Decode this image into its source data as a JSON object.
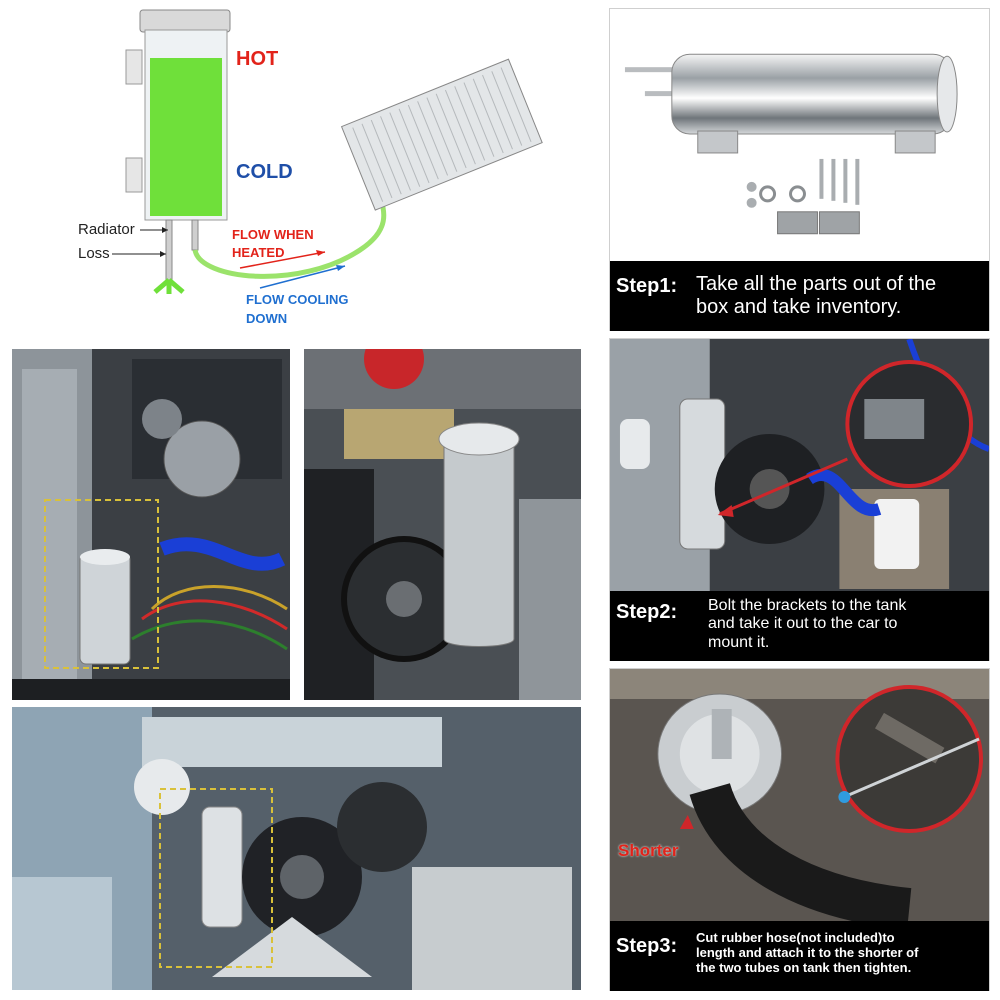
{
  "diagram": {
    "hot_label": "HOT",
    "cold_label": "COLD",
    "radiator_label": "Radiator",
    "loss_label": "Loss",
    "flow_heated_line1": "FLOW WHEN",
    "flow_heated_line2": "HEATED",
    "flow_cooling_line1": "FLOW COOLING",
    "flow_cooling_line2": "DOWN",
    "colors": {
      "coolant": "#6fe03a",
      "hot": "#e2231a",
      "cold": "#1f4fa8",
      "cooling_arrow": "#1f6fd0"
    }
  },
  "steps": [
    {
      "title": "Step1:",
      "lines": [
        "Take all the parts out of the",
        "box and take inventory."
      ]
    },
    {
      "title": "Step2:",
      "lines": [
        "Bolt the brackets to the tank",
        "and take it out to the car to",
        "mount it."
      ]
    },
    {
      "title": "Step3:",
      "lines": [
        "Cut rubber hose(not included)to",
        "length and attach it to the shorter of",
        "the two tubes on tank then tighten."
      ]
    }
  ],
  "step3_callout": "Shorter",
  "photo_icons": [
    "engine-bay-photo",
    "tank-cap-photo",
    "car-engine-photo"
  ]
}
